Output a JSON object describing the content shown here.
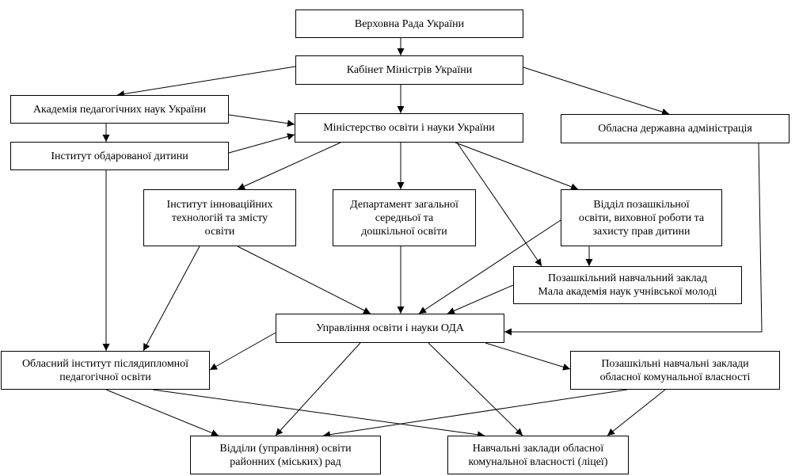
{
  "diagram": {
    "nodes": [
      {
        "id": "verkhovna-rada",
        "text": "Верховна Рада України"
      },
      {
        "id": "kabinet-ministriv",
        "text": "Кабінет Міністрів України"
      },
      {
        "id": "akademiia-ped-nauk",
        "text": "Академія педагогічних наук України"
      },
      {
        "id": "ministerstvo-osvity",
        "text": "Міністерство освіти і науки України"
      },
      {
        "id": "oblasna-administratsiia",
        "text": "Обласна державна адміністрація"
      },
      {
        "id": "instytut-obdarovanoi-dytyny",
        "text": "Інститут обдарованої дитини"
      },
      {
        "id": "instytut-innovatsiinykh-tekhnolohii",
        "text": "Інститут інноваційних\nтехнологій та змісту\nосвіти"
      },
      {
        "id": "departament-zahalnoi-osvity",
        "text": "Департамент загальної\nсередньої та\nдошкільної освіти"
      },
      {
        "id": "viddil-pozashkilnoi-osvity",
        "text": "Відділ позашкільної\nосвіти, виховної роботи та\nзахисту прав дитини"
      },
      {
        "id": "mala-akademiia-nauk",
        "text": "Позашкільний навчальний заклад\nМала академія наук учнівської молоді"
      },
      {
        "id": "upravlinnia-osvity-oda",
        "text": "Управління освіти і науки ОДА"
      },
      {
        "id": "oblasnyi-instytut-pisliadyplomnoi",
        "text": "Обласний інститут післядипломної\nпедагогічної освіти"
      },
      {
        "id": "pozashkilni-zaklady-komunalni",
        "text": "Позашкільні навчальні заклади\nобласної комунальної власності"
      },
      {
        "id": "viddily-raionnykh-rad",
        "text": "Відділи (управління) освіти\nрайонних (міських) рад"
      },
      {
        "id": "navchalni-zaklady-litsei",
        "text": "Навчальні заклади обласної\nкомунальної власності (ліцеї)"
      }
    ],
    "edges": [
      {
        "from": "verkhovna-rada",
        "to": "kabinet-ministriv"
      },
      {
        "from": "kabinet-ministriv",
        "to": "akademiia-ped-nauk"
      },
      {
        "from": "kabinet-ministriv",
        "to": "ministerstvo-osvity"
      },
      {
        "from": "kabinet-ministriv",
        "to": "oblasna-administratsiia"
      },
      {
        "from": "akademiia-ped-nauk",
        "to": "ministerstvo-osvity"
      },
      {
        "from": "akademiia-ped-nauk",
        "to": "instytut-obdarovanoi-dytyny"
      },
      {
        "from": "instytut-obdarovanoi-dytyny",
        "to": "ministerstvo-osvity"
      },
      {
        "from": "ministerstvo-osvity",
        "to": "instytut-innovatsiinykh-tekhnolohii"
      },
      {
        "from": "ministerstvo-osvity",
        "to": "departament-zahalnoi-osvity"
      },
      {
        "from": "ministerstvo-osvity",
        "to": "viddil-pozashkilnoi-osvity"
      },
      {
        "from": "ministerstvo-osvity",
        "to": "mala-akademiia-nauk"
      },
      {
        "from": "instytut-obdarovanoi-dytyny",
        "to": "oblasnyi-instytut-pisliadyplomnoi"
      },
      {
        "from": "instytut-innovatsiinykh-tekhnolohii",
        "to": "oblasnyi-instytut-pisliadyplomnoi"
      },
      {
        "from": "instytut-innovatsiinykh-tekhnolohii",
        "to": "upravlinnia-osvity-oda"
      },
      {
        "from": "departament-zahalnoi-osvity",
        "to": "upravlinnia-osvity-oda"
      },
      {
        "from": "viddil-pozashkilnoi-osvity",
        "to": "upravlinnia-osvity-oda"
      },
      {
        "from": "viddil-pozashkilnoi-osvity",
        "to": "mala-akademiia-nauk"
      },
      {
        "from": "mala-akademiia-nauk",
        "to": "upravlinnia-osvity-oda"
      },
      {
        "from": "oblasna-administratsiia",
        "to": "upravlinnia-osvity-oda"
      },
      {
        "from": "upravlinnia-osvity-oda",
        "to": "oblasnyi-instytut-pisliadyplomnoi"
      },
      {
        "from": "upravlinnia-osvity-oda",
        "to": "pozashkilni-zaklady-komunalni"
      },
      {
        "from": "upravlinnia-osvity-oda",
        "to": "viddily-raionnykh-rad"
      },
      {
        "from": "upravlinnia-osvity-oda",
        "to": "navchalni-zaklady-litsei"
      },
      {
        "from": "oblasnyi-instytut-pisliadyplomnoi",
        "to": "viddily-raionnykh-rad"
      },
      {
        "from": "oblasnyi-instytut-pisliadyplomnoi",
        "to": "navchalni-zaklady-litsei"
      },
      {
        "from": "pozashkilni-zaklady-komunalni",
        "to": "viddily-raionnykh-rad"
      },
      {
        "from": "pozashkilni-zaklady-komunalni",
        "to": "navchalni-zaklady-litsei"
      }
    ]
  }
}
